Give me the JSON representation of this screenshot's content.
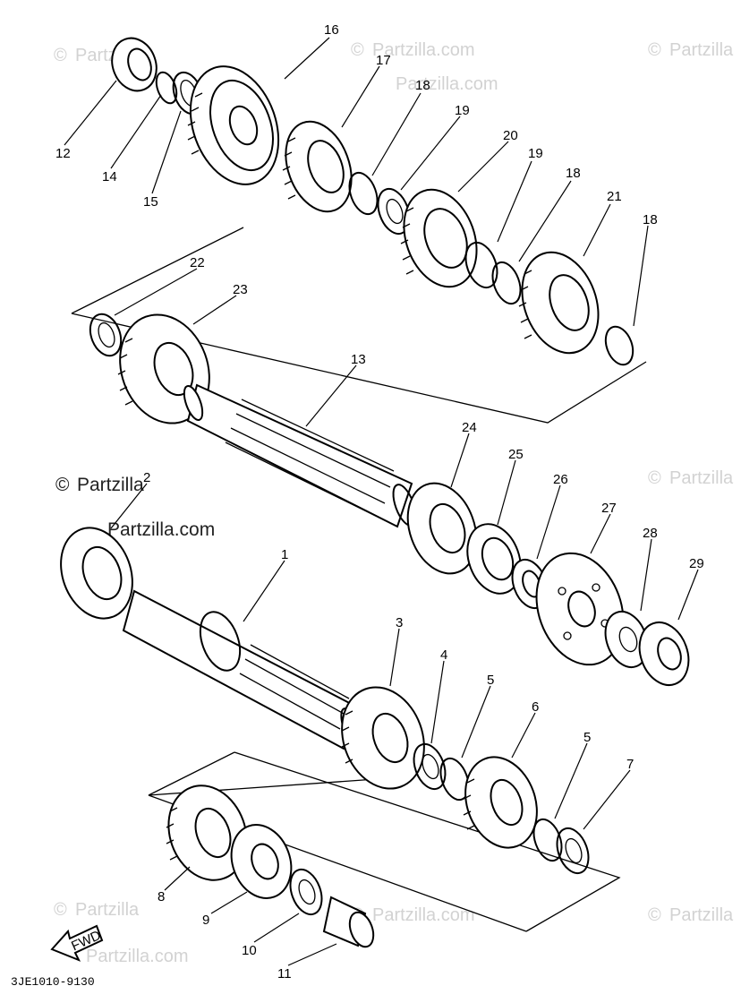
{
  "diagram": {
    "diagram_code": "3JE1010-9130",
    "fwd_label": "FWD",
    "watermark_symbol": "©",
    "watermark_text": "Partzilla.com",
    "watermark_text_small": "Partzilla",
    "callouts": [
      "1",
      "2",
      "3",
      "4",
      "5",
      "6",
      "7",
      "8",
      "9",
      "10",
      "11",
      "12",
      "13",
      "14",
      "15",
      "16",
      "17",
      "18",
      "19",
      "20",
      "21",
      "22",
      "23",
      "24",
      "25",
      "26",
      "27",
      "28",
      "29"
    ],
    "callout_labels": {
      "c1": "1",
      "c2": "2",
      "c3": "3",
      "c4": "4",
      "c5a": "5",
      "c5b": "5",
      "c6": "6",
      "c7": "7",
      "c8": "8",
      "c9": "9",
      "c10": "10",
      "c11": "11",
      "c12": "12",
      "c13": "13",
      "c14": "14",
      "c15": "15",
      "c16": "16",
      "c17": "17",
      "c18a": "18",
      "c18b": "18",
      "c18c": "18",
      "c19a": "19",
      "c19b": "19",
      "c20": "20",
      "c21": "21",
      "c22": "22",
      "c23": "23",
      "c24": "24",
      "c25": "25",
      "c26": "26",
      "c27": "27",
      "c28": "28",
      "c29": "29"
    }
  },
  "colors": {
    "ink": "#000000",
    "watermark": "#d2d2d2",
    "background": "#ffffff"
  }
}
